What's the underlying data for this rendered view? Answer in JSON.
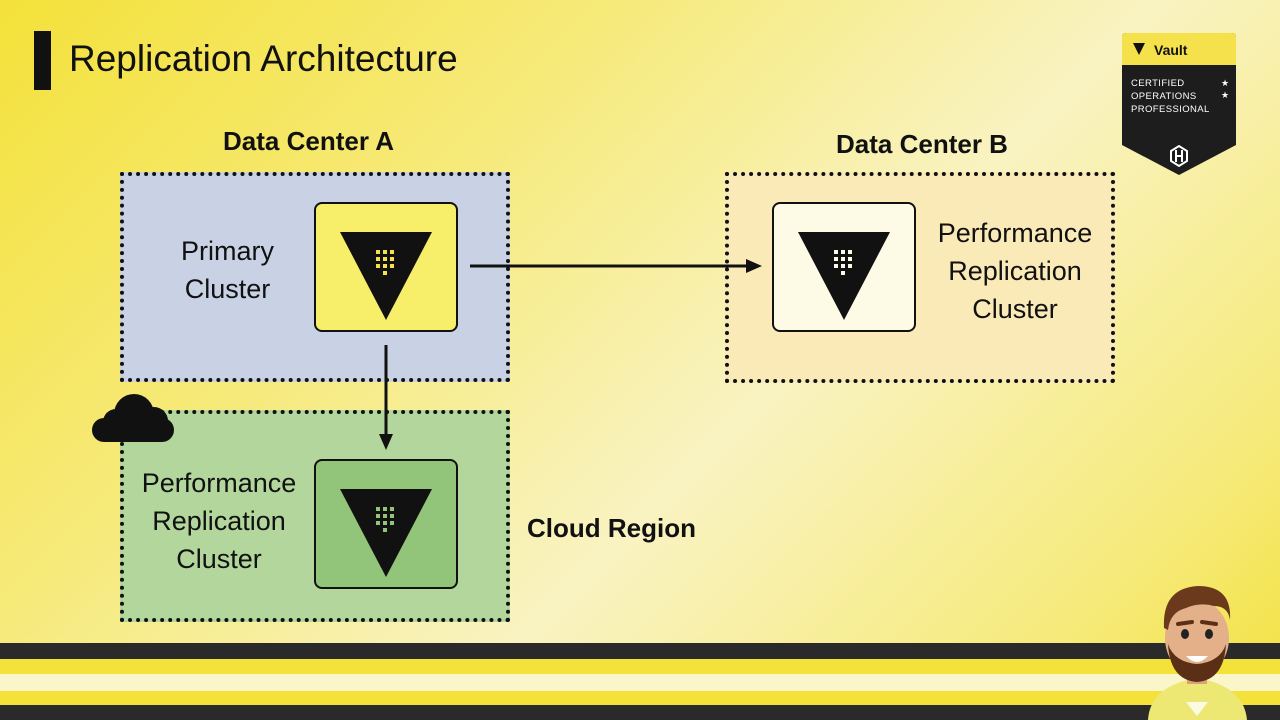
{
  "slide": {
    "title": "Replication Architecture"
  },
  "badge": {
    "product": "Vault",
    "lines": [
      "CERTIFIED",
      "OPERATIONS",
      "PROFESSIONAL"
    ]
  },
  "diagram": {
    "data_center_a": {
      "label": "Data Center A"
    },
    "data_center_b": {
      "label": "Data Center B"
    },
    "cloud_region": {
      "label": "Cloud Region"
    },
    "primary_cluster": {
      "lines": [
        "Primary",
        "Cluster"
      ]
    },
    "dr_b_cluster": {
      "lines": [
        "Performance",
        "Replication",
        "Cluster"
      ]
    },
    "cloud_cluster": {
      "lines": [
        "Performance",
        "Replication",
        "Cluster"
      ]
    }
  },
  "colors": {
    "dc_a_fill": "#c8d2e4",
    "dc_b_fill": "#faeab8",
    "cloud_fill": "#b2d69c",
    "primary_node": "#f7ef6a",
    "dc_b_node": "#fdfbe6",
    "cloud_node": "#92c47a",
    "vault_logo": "#111111",
    "vault_grid": "#f5e14b"
  },
  "icons": [
    "vault-logo-icon",
    "cloud-icon",
    "hashicorp-icon",
    "presenter-avatar"
  ]
}
